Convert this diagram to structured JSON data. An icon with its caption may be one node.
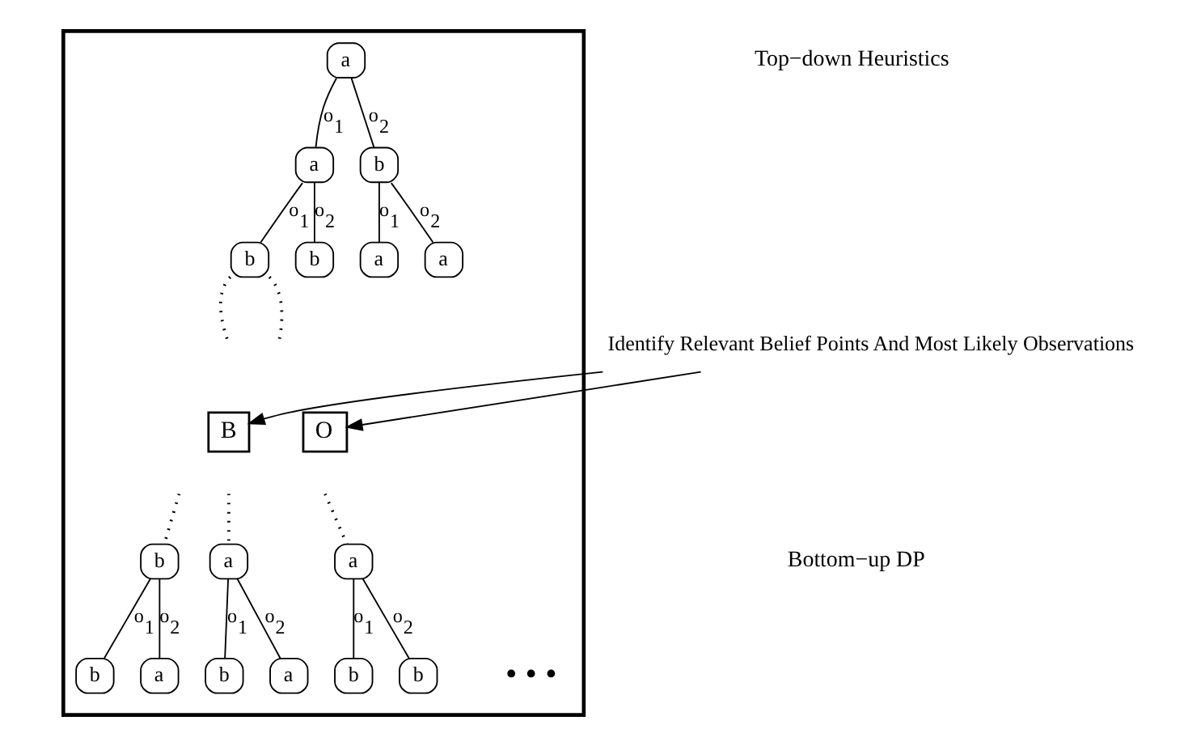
{
  "diagram": {
    "nodes": [
      {
        "text": [],
        "shape": "triangle"
      },
      {
        "text": [
          "a"
        ],
        "in": 0
      },
      {
        "text": [
          "a"
        ],
        "in": 0
      },
      {
        "text": [
          "b"
        ],
        "in": 0
      },
      {
        "text": [
          "b"
        ],
        "in": 0
      },
      {
        "text": [
          "b"
        ],
        "in": 0
      },
      {
        "text": [
          "a"
        ],
        "in": 0
      },
      {
        "text": [
          "a"
        ],
        "in": 0
      },
      {
        "text": [
          "B"
        ],
        "in": 0
      },
      {
        "text": [
          "O"
        ],
        "in": 0
      },
      {
        "text": [
          "b"
        ],
        "in": 0
      },
      {
        "text": [
          "b"
        ],
        "in": 0
      },
      {
        "text": [
          "a"
        ],
        "in": 0
      },
      {
        "text": [
          "a"
        ],
        "in": 0
      },
      {
        "text": [
          "b"
        ],
        "in": 0
      },
      {
        "text": [
          "a"
        ],
        "in": 0
      },
      {
        "text": [
          "a"
        ],
        "in": 0
      },
      {
        "text": [
          "b"
        ],
        "in": 0
      },
      {
        "text": [
          "b"
        ],
        "in": 0
      },
      {
        "text": [
          "Identify Relevant Belief Points And Most Likely Observations"
        ]
      }
    ],
    "edges": [
      {
        "from": 1,
        "to": 2,
        "arrow": "none",
        "label": "o$_{1}$"
      },
      {
        "from": 1,
        "to": 3,
        "arrow": "none",
        "label": "o$_{2}$"
      },
      {
        "from": 2,
        "to": 4,
        "arrow": "none",
        "label": "o$_{1}$"
      },
      {
        "from": 2,
        "to": 5,
        "arrow": "none",
        "label": "o$_{2}$"
      },
      {
        "from": 3,
        "to": 6,
        "arrow": "none",
        "label": "o$_{1}$"
      },
      {
        "from": 3,
        "to": 7,
        "arrow": "none",
        "label": "o$_{2}$"
      },
      {
        "from": 4,
        "to": null,
        "arrow": "none",
        "style": "dashed"
      },
      {
        "from": 4,
        "to": null,
        "arrow": "none",
        "style": "dashed"
      },
      {
        "from": 19,
        "to": 8,
        "arrow": "to"
      },
      {
        "from": 19,
        "to": 9,
        "arrow": "to"
      },
      {
        "from": null,
        "to": 10,
        "arrow": "none",
        "style": "dashed"
      },
      {
        "from": null,
        "to": 13,
        "arrow": "none",
        "style": "dashed"
      },
      {
        "from": null,
        "to": 16,
        "arrow": "none",
        "style": "dashed"
      },
      {
        "from": 10,
        "to": 11,
        "arrow": "none",
        "label": "o$_{1}$"
      },
      {
        "from": 10,
        "to": 12,
        "arrow": "none",
        "label": "o$_{2}$"
      },
      {
        "from": 13,
        "to": 14,
        "arrow": "none",
        "label": "o$_{1}$"
      },
      {
        "from": 13,
        "to": 15,
        "arrow": "none",
        "label": "o$_{2}$"
      },
      {
        "from": 16,
        "to": 17,
        "arrow": "none",
        "label": "o$_{1}$"
      },
      {
        "from": 16,
        "to": 18,
        "arrow": "none",
        "label": "o$_{2}$"
      }
    ],
    "labels": [
      "Top−down Heuristics",
      "Bottom−up DP",
      "• • •"
    ]
  }
}
